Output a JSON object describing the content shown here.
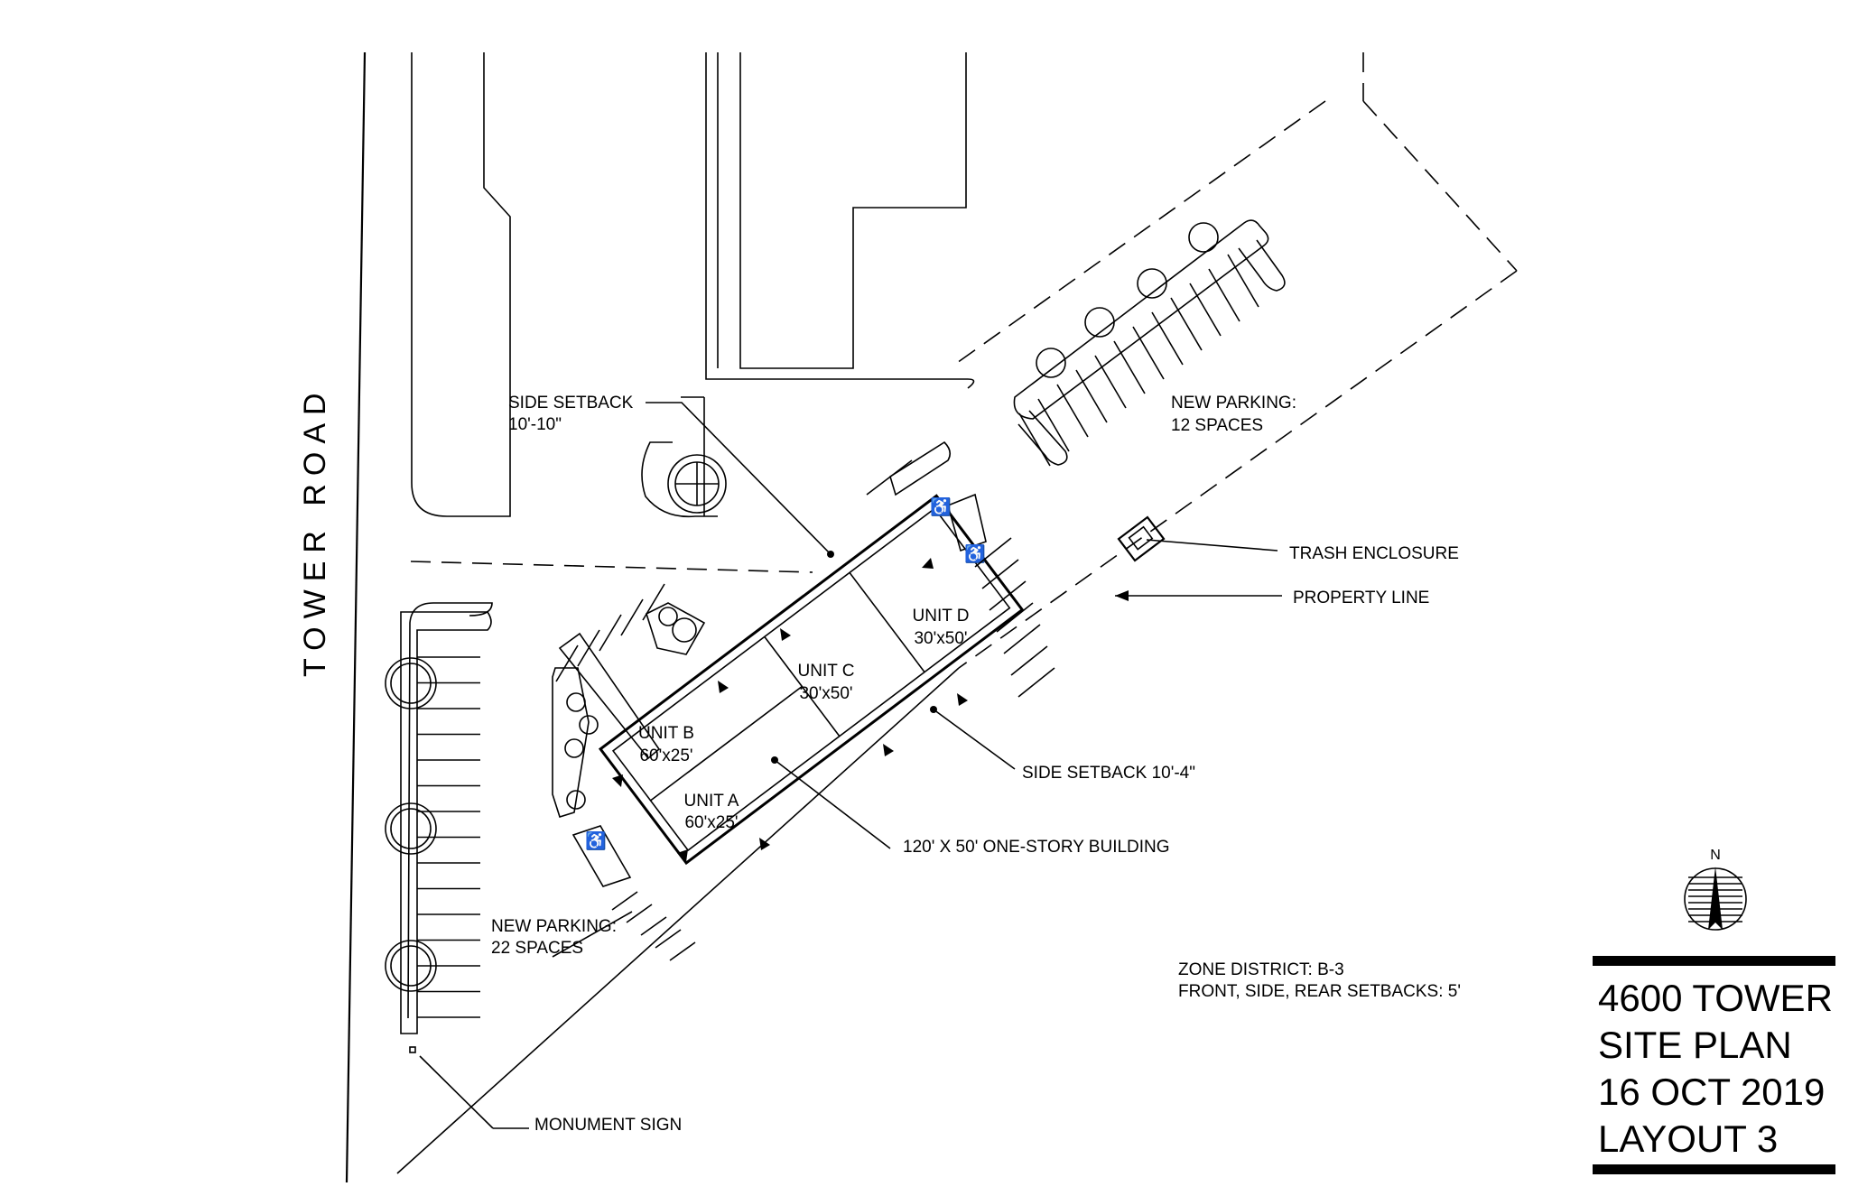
{
  "road_label": "TOWER ROAD",
  "labels": {
    "side_setback_left_1": "SIDE SETBACK",
    "side_setback_left_2": "10'-10\"",
    "new_parking_top_1": "NEW PARKING:",
    "new_parking_top_2": "12 SPACES",
    "trash_enclosure": "TRASH ENCLOSURE",
    "property_line": "PROPERTY LINE",
    "side_setback_right": "SIDE SETBACK 10'-4\"",
    "building": "120' X 50' ONE-STORY BUILDING",
    "new_parking_bottom_1": "NEW PARKING:",
    "new_parking_bottom_2": "22 SPACES",
    "monument_sign": "MONUMENT SIGN",
    "zone_1": "ZONE DISTRICT: B-3",
    "zone_2": "FRONT, SIDE, REAR SETBACKS: 5'"
  },
  "units": [
    {
      "name": "UNIT A",
      "size": "60'x25'"
    },
    {
      "name": "UNIT B",
      "size": "60'x25'"
    },
    {
      "name": "UNIT C",
      "size": "30'x50'"
    },
    {
      "name": "UNIT D",
      "size": "30'x50'"
    }
  ],
  "north_label": "N",
  "title_block": {
    "line1": "4600 TOWER",
    "line2": "SITE PLAN",
    "line3": "16 OCT 2019",
    "line4": "LAYOUT 3"
  },
  "icons": {
    "north_arrow": "north-arrow-icon",
    "tree": "tree-icon",
    "accessible": "accessible-parking-icon"
  }
}
